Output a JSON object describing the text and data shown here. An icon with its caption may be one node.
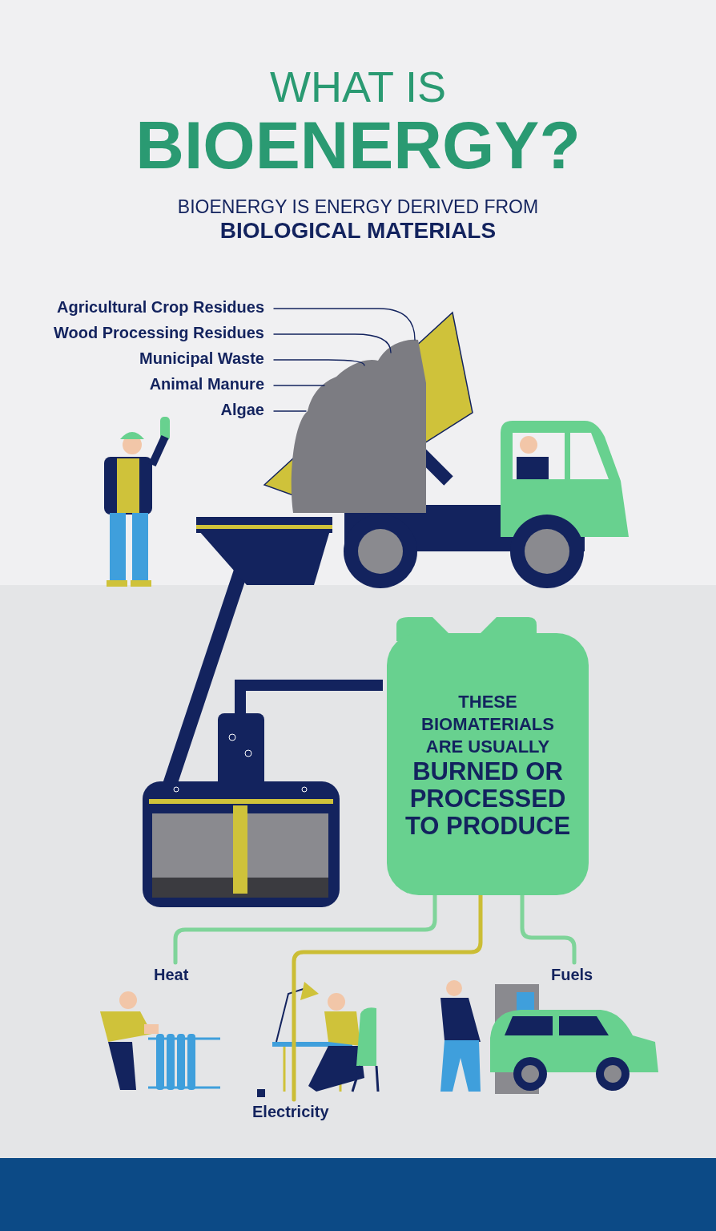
{
  "diagram": {
    "title": "WHAT IS **BIOENERGY?**",
    "nodes": [
      {
        "text": [
          "Agricultural Crop Residues"
        ]
      },
      {
        "text": [
          "Wood Processing Residues"
        ]
      },
      {
        "text": [
          "Municipal Waste"
        ]
      },
      {
        "text": [
          "Animal Manure"
        ]
      },
      {
        "text": [
          "Algae"
        ]
      },
      {
        "text": [],
        "shape": "picture"
      },
      {
        "text": [
          "THESE BIOMATERIALS ARE USUALLY **BURNED OR PROCESSED TO PRODUCE**"
        ]
      },
      {
        "text": [
          "Heat"
        ]
      },
      {
        "text": [
          "Electricity"
        ]
      },
      {
        "text": [
          "Fuels"
        ]
      }
    ],
    "edges": [
      {
        "from": 0,
        "to": 5,
        "arrow": "none"
      },
      {
        "from": 1,
        "to": 5,
        "arrow": "none"
      },
      {
        "from": 2,
        "to": 5,
        "arrow": "none"
      },
      {
        "from": 3,
        "to": 5,
        "arrow": "none"
      },
      {
        "from": 4,
        "to": 5,
        "arrow": "none"
      },
      {
        "from": 6,
        "to": 7,
        "arrow": "none",
        "style": "thick",
        "color": "#7fd49a"
      },
      {
        "from": 6,
        "to": 8,
        "arrow": "none",
        "style": "thick",
        "color": "#cbbd35"
      },
      {
        "from": 6,
        "to": 9,
        "arrow": "none",
        "style": "thick",
        "color": "#7fd49a"
      }
    ],
    "labels": [
      "BIOENERGY IS ENERGY DERIVED FROM **BIOLOGICAL MATERIALS**"
    ]
  }
}
